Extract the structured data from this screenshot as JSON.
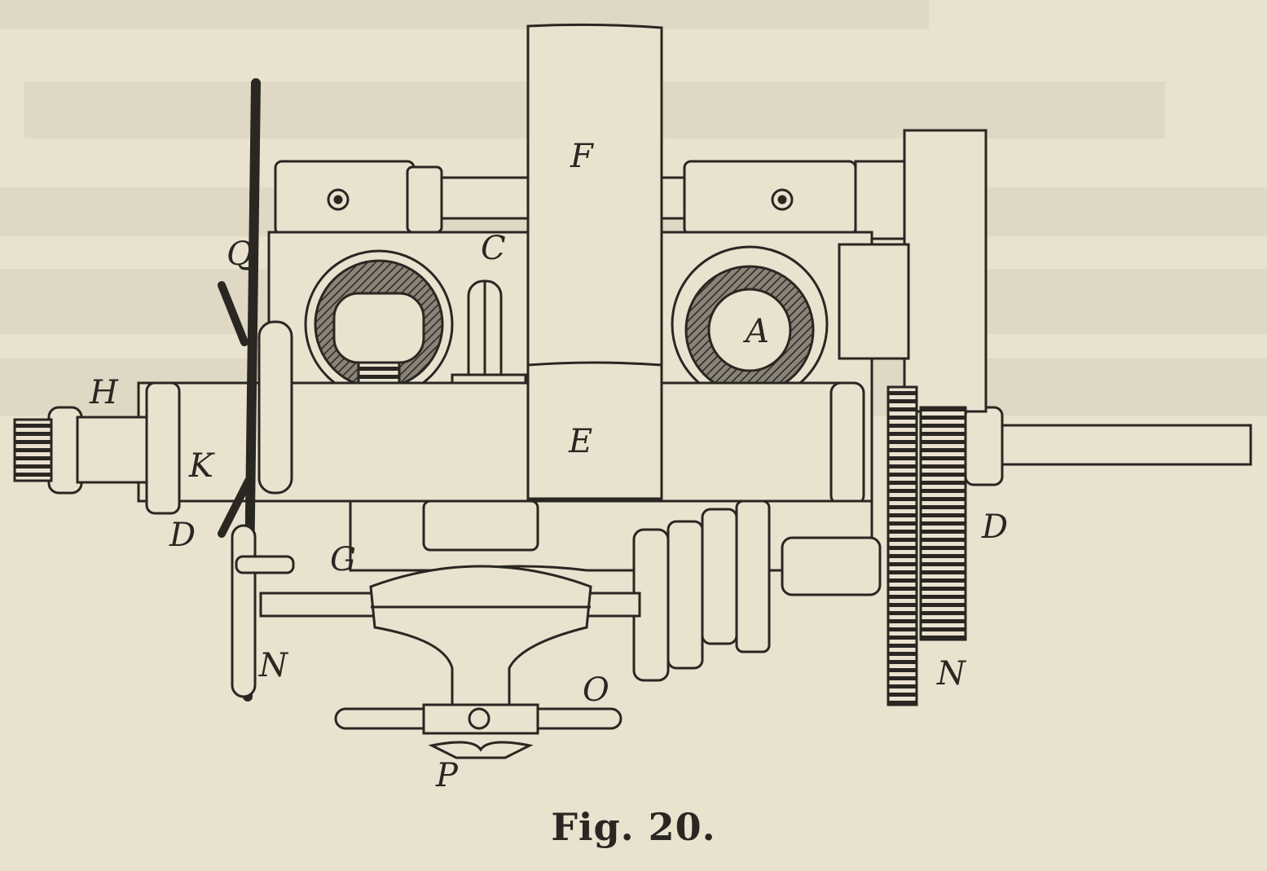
{
  "figure": {
    "caption": "Fig. 20.",
    "labels": {
      "F": "F",
      "C": "C",
      "Q": "Q",
      "A": "A",
      "E": "E",
      "H": "H",
      "K": "K",
      "D_left": "D",
      "D_right": "D",
      "G": "G",
      "N_left": "N",
      "N_right": "N",
      "O": "O",
      "P": "P"
    }
  }
}
